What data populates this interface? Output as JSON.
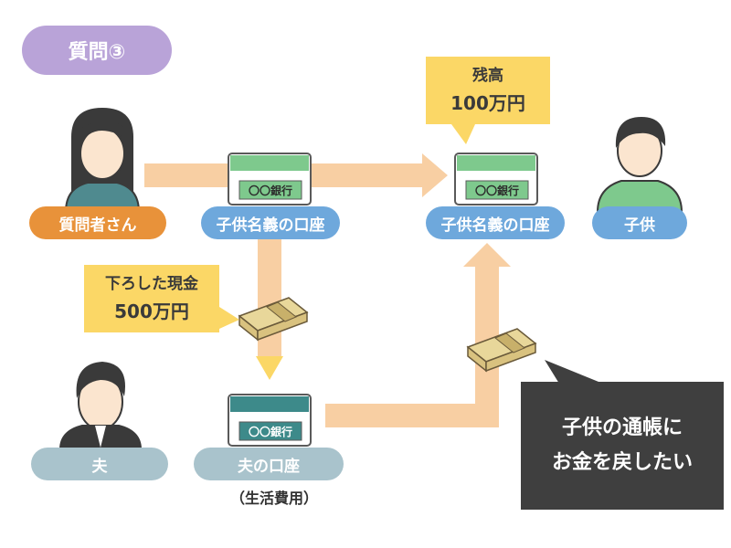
{
  "title": "質問③",
  "people": {
    "questioner": "質問者さん",
    "child": "子供",
    "husband": "夫"
  },
  "accounts": {
    "child_account_left": "子供名義の口座",
    "child_account_right": "子供名義の口座",
    "husband_account": "夫の口座",
    "husband_account_note": "（生活費用）",
    "bank_card_text": "〇〇銀行"
  },
  "callouts": {
    "balance_label": "残高",
    "balance_value": "100万円",
    "withdrawn_label": "下ろした現金",
    "withdrawn_value": "500万円"
  },
  "speech_bubble": {
    "line1": "子供の通帳に",
    "line2": "お金を戻したい"
  },
  "colors": {
    "title_bg": "#b9a3d8",
    "questioner_bg": "#e8923a",
    "account_bg": "#6ea8dc",
    "husband_bg": "#a9c3cc",
    "arrow": "#f8cfa3",
    "callout_bg": "#fbd766",
    "speech_bg": "#3f3f3f",
    "card_green": "#7ec98d",
    "card_teal": "#3d8a8a",
    "money_color": "#e8d79a"
  }
}
